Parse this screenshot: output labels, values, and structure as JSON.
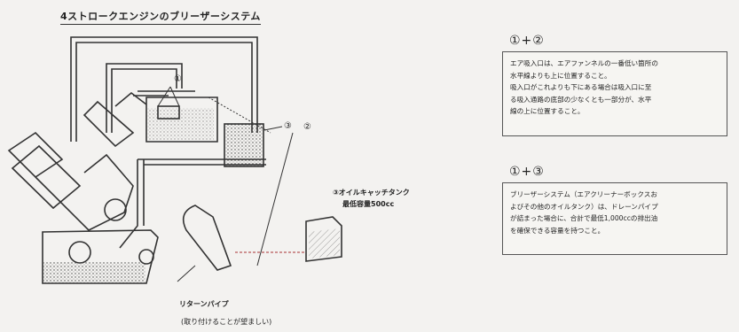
{
  "title": "4ストロークエンジンのブリーザーシステム",
  "labels": {
    "num1": "①",
    "num2": "②",
    "num3": "③",
    "tank_line1": "③オイルキャッチタンク",
    "tank_line2": "最低容量500cc",
    "return_pipe": "リターンパイプ",
    "return_note": "(取り付けることが望ましい)"
  },
  "sections": [
    {
      "header": "①+②",
      "lines": [
        "エア吸入口は、エアファンネルの一番低い箇所の",
        "水平線よりも上に位置すること。",
        "吸入口がこれよりも下にある場合は吸入口に至",
        "る吸入通路の底部の少なくとも一部分が、水平",
        "線の上に位置すること。"
      ]
    },
    {
      "header": "①+③",
      "lines": [
        "ブリーザーシステム（エアクリーナーボックスお",
        "よびその他のオイルタンク）は、ドレーンパイプ",
        "が詰まった場合に、合計で最低1,000ccの排出油",
        "を確保できる容量を持つこと。"
      ]
    }
  ]
}
